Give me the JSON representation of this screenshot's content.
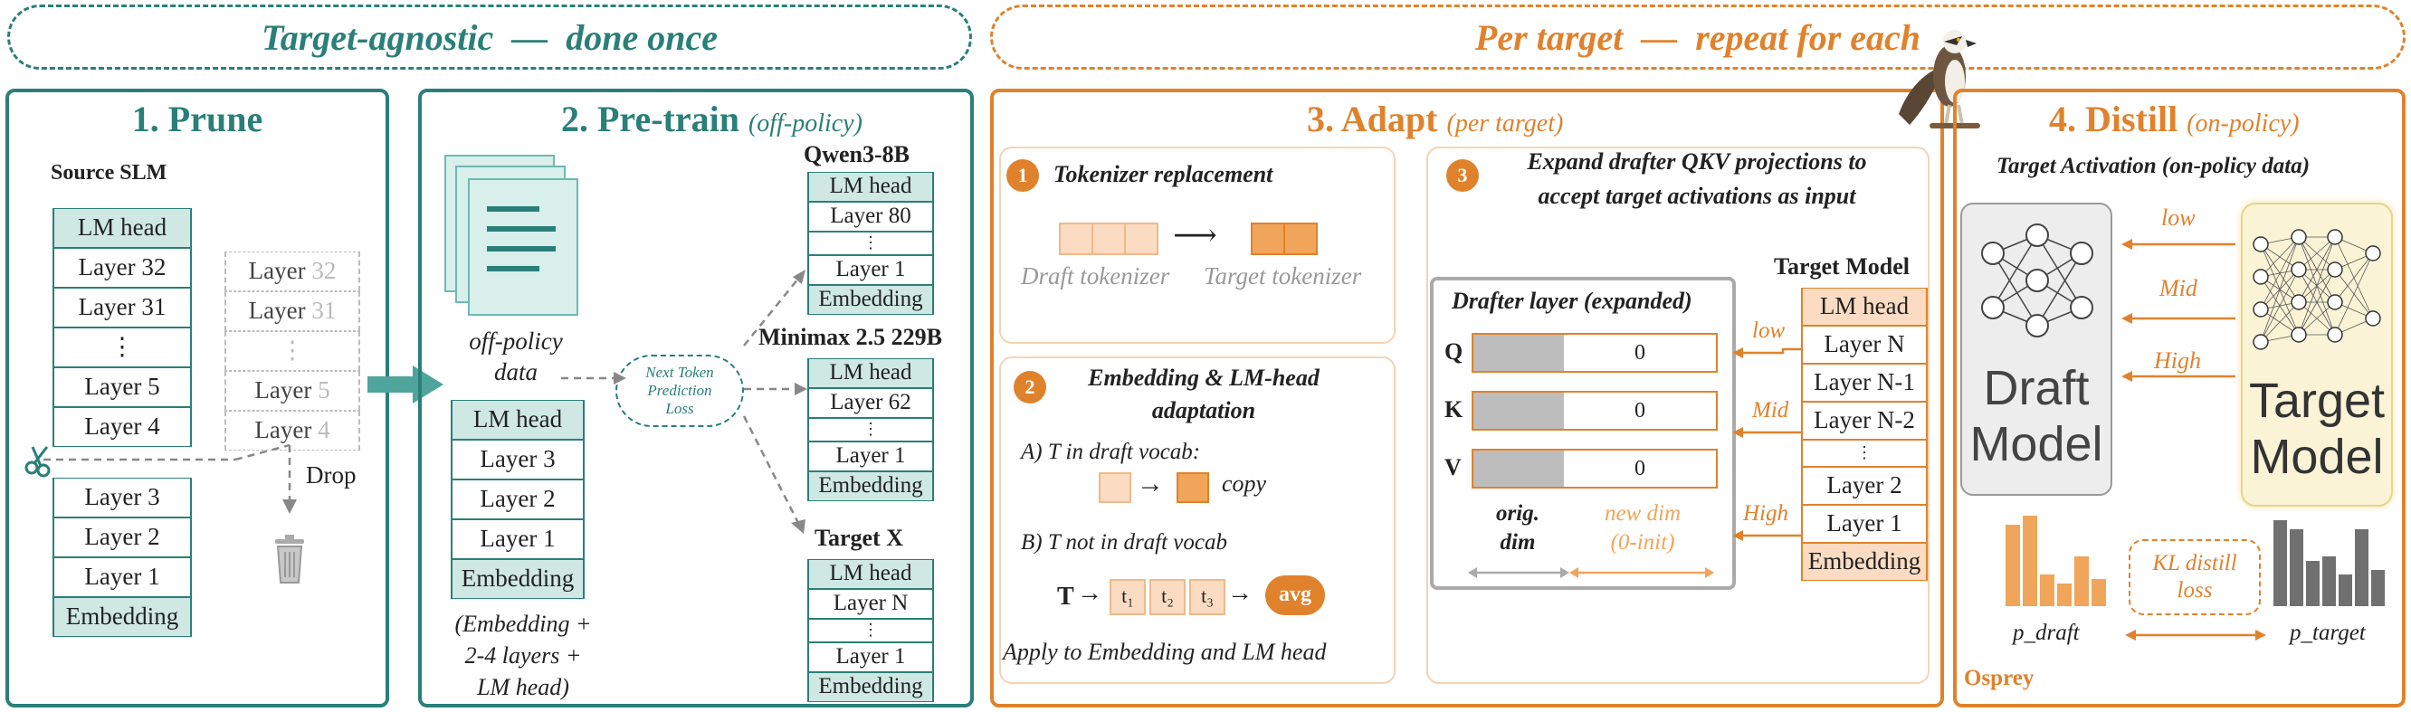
{
  "banners": {
    "left": "Target-agnostic  —  done once",
    "right": "Per target  —  repeat for each"
  },
  "prune": {
    "title": "1. Prune",
    "source_label": "Source SLM",
    "kept_top": [
      "LM head",
      "Layer 32",
      "Layer 31",
      "⋮",
      "Layer 5",
      "Layer 4"
    ],
    "kept_bottom": [
      "Layer 3",
      "Layer 2",
      "Layer 1",
      "Embedding"
    ],
    "dropped": [
      [
        "Layer ",
        "32"
      ],
      [
        "Layer ",
        "31"
      ],
      [
        "",
        "⋮"
      ],
      [
        "Layer ",
        "5"
      ],
      [
        "Layer ",
        "4"
      ]
    ],
    "drop_label": "Drop"
  },
  "pretrain": {
    "title": "2. Pre-train",
    "title_note": "(off-policy)",
    "data_label": "off-policy\ndata",
    "loss_label": "Next Token\nPrediction\nLoss",
    "drafter_stack": [
      "LM head",
      "Layer 3",
      "Layer 2",
      "Layer 1",
      "Embedding"
    ],
    "drafter_note": "(Embedding +\n2-4 layers +\nLM head)",
    "targets": [
      {
        "name": "Qwen3-8B",
        "layers": [
          "LM head",
          "Layer 80",
          "⋮",
          "Layer 1",
          "Embedding"
        ]
      },
      {
        "name": "Minimax 2.5 229B",
        "layers": [
          "LM head",
          "Layer 62",
          "⋮",
          "Layer 1",
          "Embedding"
        ]
      },
      {
        "name": "Target X",
        "layers": [
          "LM head",
          "Layer N",
          "⋮",
          "Layer 1",
          "Embedding"
        ]
      }
    ]
  },
  "adapt": {
    "title": "3. Adapt",
    "title_note": "(per target)",
    "step1": {
      "num": "1",
      "title": "Tokenizer replacement",
      "draft": "Draft tokenizer",
      "target": "Target tokenizer",
      "arrow": "⟶"
    },
    "step2": {
      "num": "2",
      "title": "Embedding & LM-head\nadaptation",
      "case_a": "A) T in draft vocab:",
      "copy": "copy",
      "case_b": "B) T not in draft vocab",
      "t_label": "T",
      "tokens": [
        "t₁",
        "t₂",
        "t₃"
      ],
      "avg": "avg",
      "apply": "Apply to Embedding and LM head"
    },
    "step3": {
      "num": "3",
      "title": "Expand drafter QKV projections to\naccept target activations as input",
      "drafter_layer": "Drafter layer (expanded)",
      "rows": [
        {
          "name": "Q",
          "value": "0"
        },
        {
          "name": "K",
          "value": "0"
        },
        {
          "name": "V",
          "value": "0"
        }
      ],
      "orig_dim": "orig.\ndim",
      "new_dim": "new dim\n(0-init)",
      "target_model": "Target Model",
      "target_layers": [
        "LM head",
        "Layer N",
        "Layer N-1",
        "Layer N-2",
        "⋮",
        "Layer 2",
        "Layer 1",
        "Embedding"
      ],
      "levels": [
        "low",
        "Mid",
        "High"
      ]
    }
  },
  "distill": {
    "title": "4. Distill",
    "title_note": "(on-policy)",
    "activation_label": "Target Activation (on-policy data)",
    "draft_model": "Draft\nModel",
    "target_model": "Target\nModel",
    "levels": [
      "low",
      "Mid",
      "High"
    ],
    "kl_label": "KL distill\nloss",
    "p_draft": "p_draft",
    "p_target": "p_target",
    "brand": "Osprey",
    "p_draft_bars": [
      0.9,
      1.0,
      0.35,
      0.25,
      0.55,
      0.3
    ],
    "p_target_bars": [
      0.95,
      0.85,
      0.5,
      0.55,
      0.35,
      0.85,
      0.4
    ]
  },
  "colors": {
    "teal": "#2a7f78",
    "orange": "#e0822c",
    "teal_fill": "#cfe8e4",
    "orange_fill": "#fbdcc2"
  }
}
